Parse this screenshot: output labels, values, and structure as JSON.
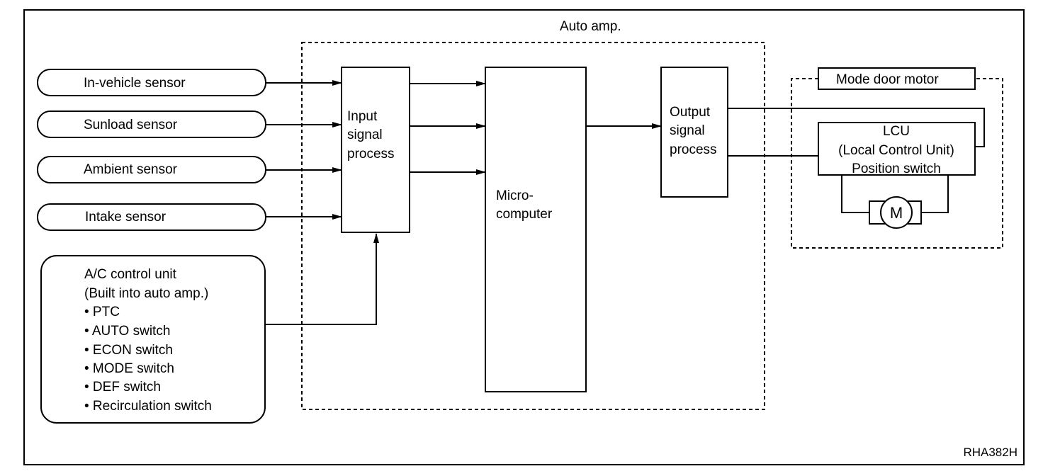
{
  "diagram": {
    "auto_amp_label": "Auto amp.",
    "sensors": [
      "In-vehicle sensor",
      "Sunload sensor",
      "Ambient sensor",
      "Intake sensor"
    ],
    "ac_unit": {
      "title": "A/C control unit",
      "subtitle": "(Built into auto amp.)",
      "items": [
        "• PTC",
        "• AUTO switch",
        "• ECON switch",
        "• MODE switch",
        "• DEF switch",
        "• Recirculation switch"
      ]
    },
    "input_block": [
      "Input",
      "signal",
      "process"
    ],
    "micro_block": [
      "Micro-",
      "computer"
    ],
    "output_block": [
      "Output",
      "signal",
      "process"
    ],
    "mode_door_motor": "Mode door motor",
    "lcu": [
      "LCU",
      "(Local Control Unit)",
      "Position switch"
    ],
    "motor_symbol": "M",
    "figure_code": "RHA382H"
  }
}
